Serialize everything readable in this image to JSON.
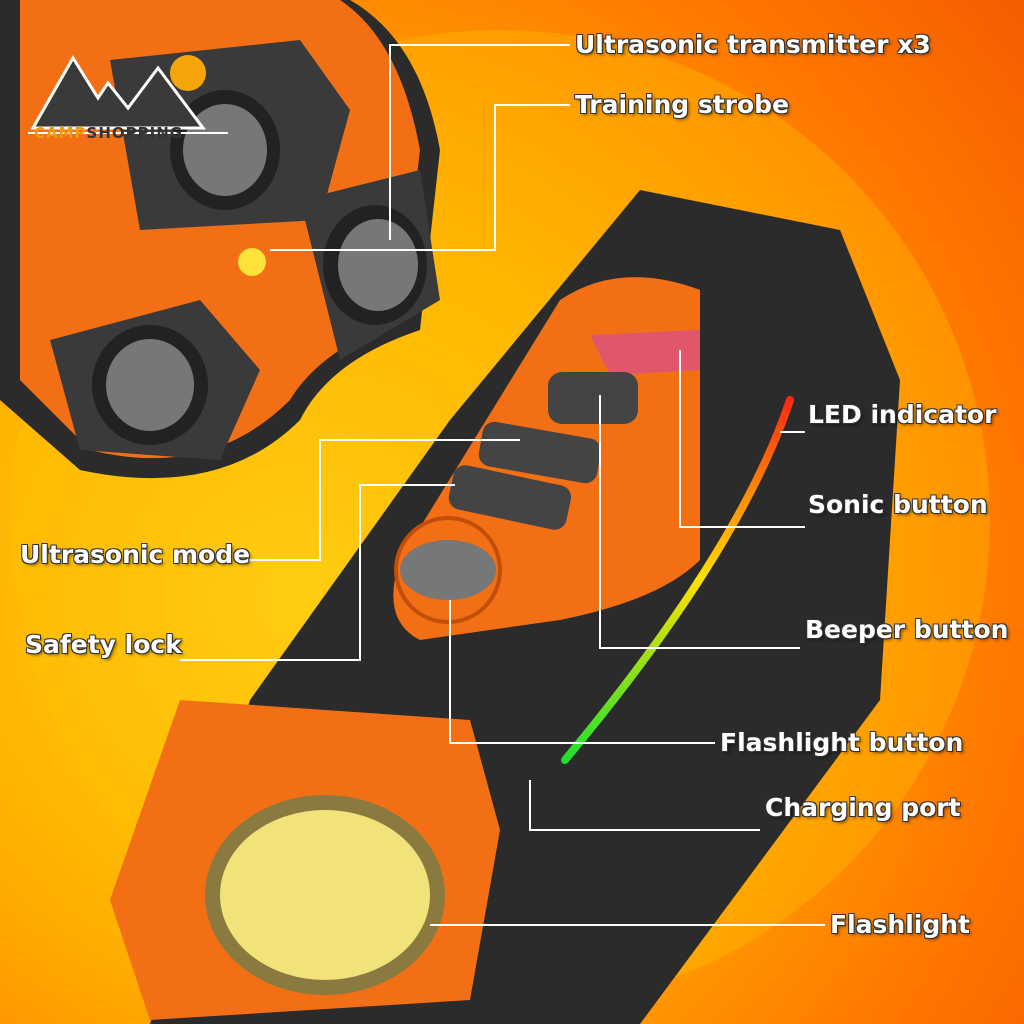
{
  "logo": {
    "part1": "CAMP",
    "part2": "SHOPPING"
  },
  "labels": {
    "ultrasonic_transmitter": "Ultrasonic transmitter x3",
    "training_strobe": "Training strobe",
    "led_indicator": "LED indicator",
    "sonic_button": "Sonic button",
    "ultrasonic_mode": "Ultrasonic mode",
    "safety_lock": "Safety lock",
    "beeper_button": "Beeper button",
    "flashlight_button": "Flashlight button",
    "charging_port": "Charging port",
    "flashlight": "Flashlight"
  },
  "colors": {
    "body": "#2b2b2b",
    "accent": "#f36f15",
    "sonic_button": "#e0566a",
    "lens": "#f1e27a"
  }
}
